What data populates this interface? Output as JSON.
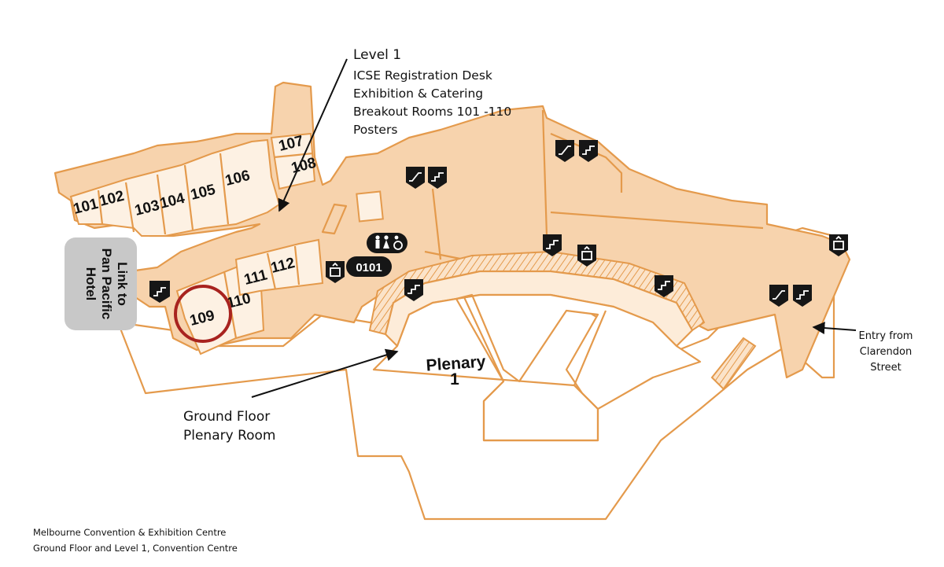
{
  "rooms": {
    "r101": "101",
    "r102": "102",
    "r103": "103",
    "r104": "104",
    "r105": "105",
    "r106": "106",
    "r107": "107",
    "r108": "108",
    "r109": "109",
    "r110": "110",
    "r111": "111",
    "r112": "112"
  },
  "pan_pacific_label": [
    "Link to",
    "Pan Pacific",
    "Hotel"
  ],
  "plenary_label": [
    "Plenary",
    "1"
  ],
  "info_pill": "0101",
  "level1_annotation": {
    "title": "Level 1",
    "lines": [
      "ICSE Registration Desk",
      "Exhibition & Catering",
      "Breakout Rooms 101 -110",
      "Posters"
    ]
  },
  "ground_floor_annotation": [
    "Ground Floor",
    "Plenary Room"
  ],
  "entry_annotation": [
    "Entry from",
    "Clarendon",
    "Street"
  ],
  "caption": [
    "Melbourne Convention & Exhibition Centre",
    "Ground Floor and Level 1, Convention Centre"
  ],
  "icons": [
    "escalator-icon",
    "stairs-icon",
    "lift-icon",
    "toilets-icon",
    "accessible-icon"
  ],
  "colors": {
    "floor": "#f7d3ad",
    "outline": "#e49a4c",
    "highlight_circle": "#a8231f"
  }
}
